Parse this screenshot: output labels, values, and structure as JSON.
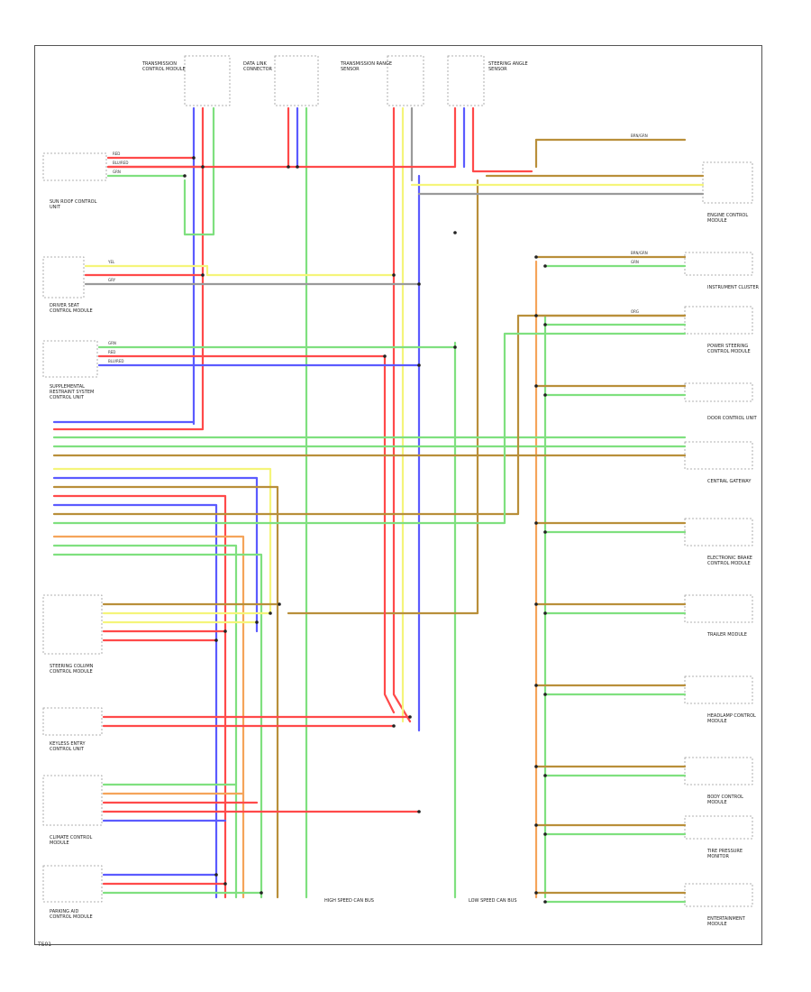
{
  "diagram": {
    "page_id": "TS01",
    "colors": {
      "red": "#ff4a4a",
      "blue": "#5b5bff",
      "green": "#7fe07f",
      "yellow": "#f5f57a",
      "brown": "#b98f3a",
      "orange": "#f5a45a",
      "violet": "#c070ff",
      "grey": "#9a9a9a"
    },
    "components": {
      "top_left": "TRANSMISSION CONTROL MODULE",
      "top_middle": "DATA LINK CONNECTOR",
      "top_right_a": "TRANSMISSION RANGE SENSOR",
      "top_right_b": "STEERING ANGLE SENSOR",
      "left_1": "SUN ROOF CONTROL UNIT",
      "left_2": "DRIVER SEAT CONTROL MODULE",
      "left_3": "SUPPLEMENTAL RESTRAINT SYSTEM CONTROL UNIT",
      "left_4": "STEERING COLUMN CONTROL MODULE",
      "left_5": "KEYLESS ENTRY CONTROL UNIT",
      "left_6": "CLIMATE CONTROL MODULE",
      "left_7": "PARKING AID CONTROL MODULE",
      "right_1": "ENGINE CONTROL MODULE",
      "right_2": "INSTRUMENT CLUSTER",
      "right_3": "POWER STEERING CONTROL MODULE",
      "right_4": "DOOR CONTROL UNIT",
      "right_5": "CENTRAL GATEWAY",
      "right_6": "ELECTRONIC BRAKE CONTROL MODULE",
      "right_7": "TRAILER MODULE",
      "right_8": "HEADLAMP CONTROL MODULE",
      "right_9": "BODY CONTROL MODULE",
      "right_10": "TIRE PRESSURE MONITOR",
      "right_11": "ENTERTAINMENT MODULE",
      "bottom_a": "HIGH SPEED CAN BUS",
      "bottom_b": "LOW SPEED CAN BUS"
    },
    "wire_labels": {
      "red": "RED",
      "blue": "BLU/RED",
      "green": "GRN",
      "yellow": "YEL",
      "brown": "BRN/GRN",
      "orange": "ORG",
      "grey": "GRY"
    }
  }
}
